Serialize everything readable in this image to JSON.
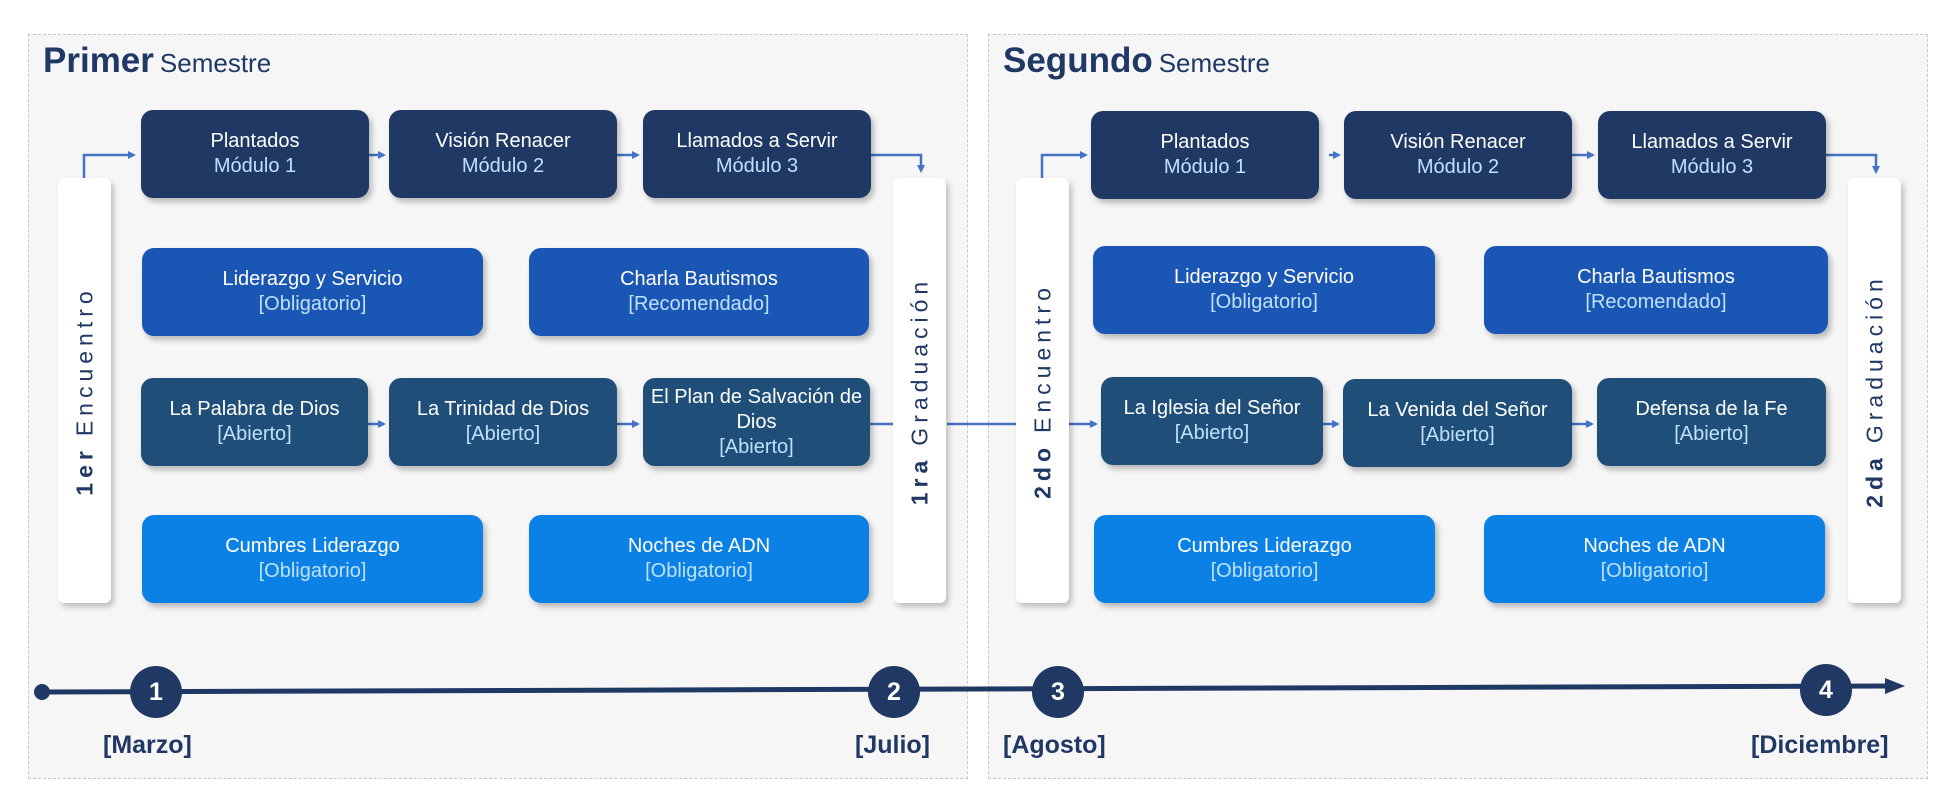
{
  "semesters": [
    {
      "title_strong": "Primer",
      "title_light": "Semestre",
      "encuentro": {
        "strong": "1er",
        "text": "Encuentro"
      },
      "graduacion": {
        "strong": "1ra",
        "text": "Graduación"
      },
      "modules": [
        {
          "title": "Plantados",
          "sub": "Módulo 1"
        },
        {
          "title": "Visión Renacer",
          "sub": "Módulo 2"
        },
        {
          "title": "Llamados a Servir",
          "sub": "Módulo 3"
        }
      ],
      "row2": [
        {
          "title": "Liderazgo y Servicio",
          "sub": "[Obligatorio]"
        },
        {
          "title": "Charla Bautismos",
          "sub": "[Recomendado]"
        }
      ],
      "row3": [
        {
          "title": "La Palabra de Dios",
          "sub": "[Abierto]"
        },
        {
          "title": "La Trinidad de Dios",
          "sub": "[Abierto]"
        },
        {
          "title": "El Plan de Salvación de Dios",
          "sub": "[Abierto]"
        }
      ],
      "row4": [
        {
          "title": "Cumbres Liderazgo",
          "sub": "[Obligatorio]"
        },
        {
          "title": "Noches de ADN",
          "sub": "[Obligatorio]"
        }
      ]
    },
    {
      "title_strong": "Segundo",
      "title_light": "Semestre",
      "encuentro": {
        "strong": "2do",
        "text": "Encuentro"
      },
      "graduacion": {
        "strong": "2da",
        "text": "Graduación"
      },
      "modules": [
        {
          "title": "Plantados",
          "sub": "Módulo 1"
        },
        {
          "title": "Visión Renacer",
          "sub": "Módulo 2"
        },
        {
          "title": "Llamados a Servir",
          "sub": "Módulo 3"
        }
      ],
      "row2": [
        {
          "title": "Liderazgo y Servicio",
          "sub": "[Obligatorio]"
        },
        {
          "title": "Charla Bautismos",
          "sub": "[Recomendado]"
        }
      ],
      "row3": [
        {
          "title": "La Iglesia del Señor",
          "sub": "[Abierto]"
        },
        {
          "title": "La Venida del Señor",
          "sub": "[Abierto]"
        },
        {
          "title": "Defensa de la Fe",
          "sub": "[Abierto]"
        }
      ],
      "row4": [
        {
          "title": "Cumbres Liderazgo",
          "sub": "[Obligatorio]"
        },
        {
          "title": "Noches de ADN",
          "sub": "[Obligatorio]"
        }
      ]
    }
  ],
  "timeline": {
    "nodes": [
      "1",
      "2",
      "3",
      "4"
    ],
    "months": [
      "[Marzo]",
      "[Julio]",
      "[Agosto]",
      "[Diciembre]"
    ]
  },
  "colors": {
    "navy": "#1f3864",
    "mid_blue": "#1a56b4",
    "slate_blue": "#1f4e79",
    "sky_blue": "#0b81e6",
    "subtitle_text": "#bfe1ff",
    "connector": "#4472c4",
    "panel_bg": "#f6f6f7"
  }
}
